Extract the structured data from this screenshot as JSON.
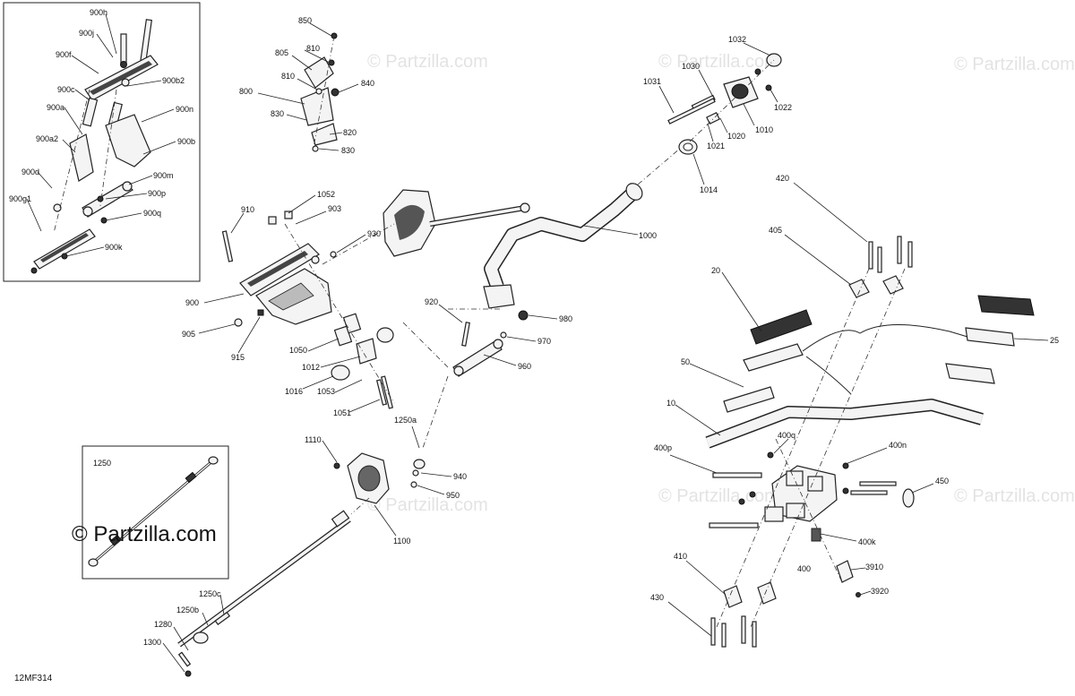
{
  "watermark": "© Partzilla.com",
  "inset_watermark": "© Partzilla.com",
  "diagram_code": "12MF314",
  "inset_top": {
    "labels": [
      "900h",
      "900j",
      "900f",
      "900c",
      "900b2",
      "900a",
      "900n",
      "900a2",
      "900b",
      "900d",
      "900m",
      "900p",
      "900g1",
      "900q",
      "900k"
    ]
  },
  "inset_bottom": {
    "title": "1250"
  },
  "labels": {
    "l850": "850",
    "l810a": "810",
    "l805": "805",
    "l810b": "810",
    "l840": "840",
    "l800": "800",
    "l830a": "830",
    "l820": "820",
    "l830b": "830",
    "l1032": "1032",
    "l1030": "1030",
    "l1031": "1031",
    "l1022": "1022",
    "l1010": "1010",
    "l1020": "1020",
    "l1021": "1021",
    "l1014": "1014",
    "l1052": "1052",
    "l910": "910",
    "l903": "903",
    "l930": "930",
    "l1000": "1000",
    "l900": "900",
    "l905": "905",
    "l915": "915",
    "l1050": "1050",
    "l1012": "1012",
    "l1016": "1016",
    "l1053": "1053",
    "l1051": "1051",
    "l920": "920",
    "l980": "980",
    "l970": "970",
    "l960": "960",
    "l1250a": "1250a",
    "l1110": "1110",
    "l940": "940",
    "l950": "950",
    "l1100": "1100",
    "l1250c": "1250c",
    "l1250b": "1250b",
    "l1280": "1280",
    "l1300": "1300",
    "l420": "420",
    "l405": "405",
    "l20": "20",
    "l25": "25",
    "l50": "50",
    "l10": "10",
    "l400q": "400q",
    "l400p": "400p",
    "l400n": "400n",
    "l450": "450",
    "l400k": "400k",
    "l400": "400",
    "l410": "410",
    "l3910": "3910",
    "l3920": "3920",
    "l430": "430"
  }
}
